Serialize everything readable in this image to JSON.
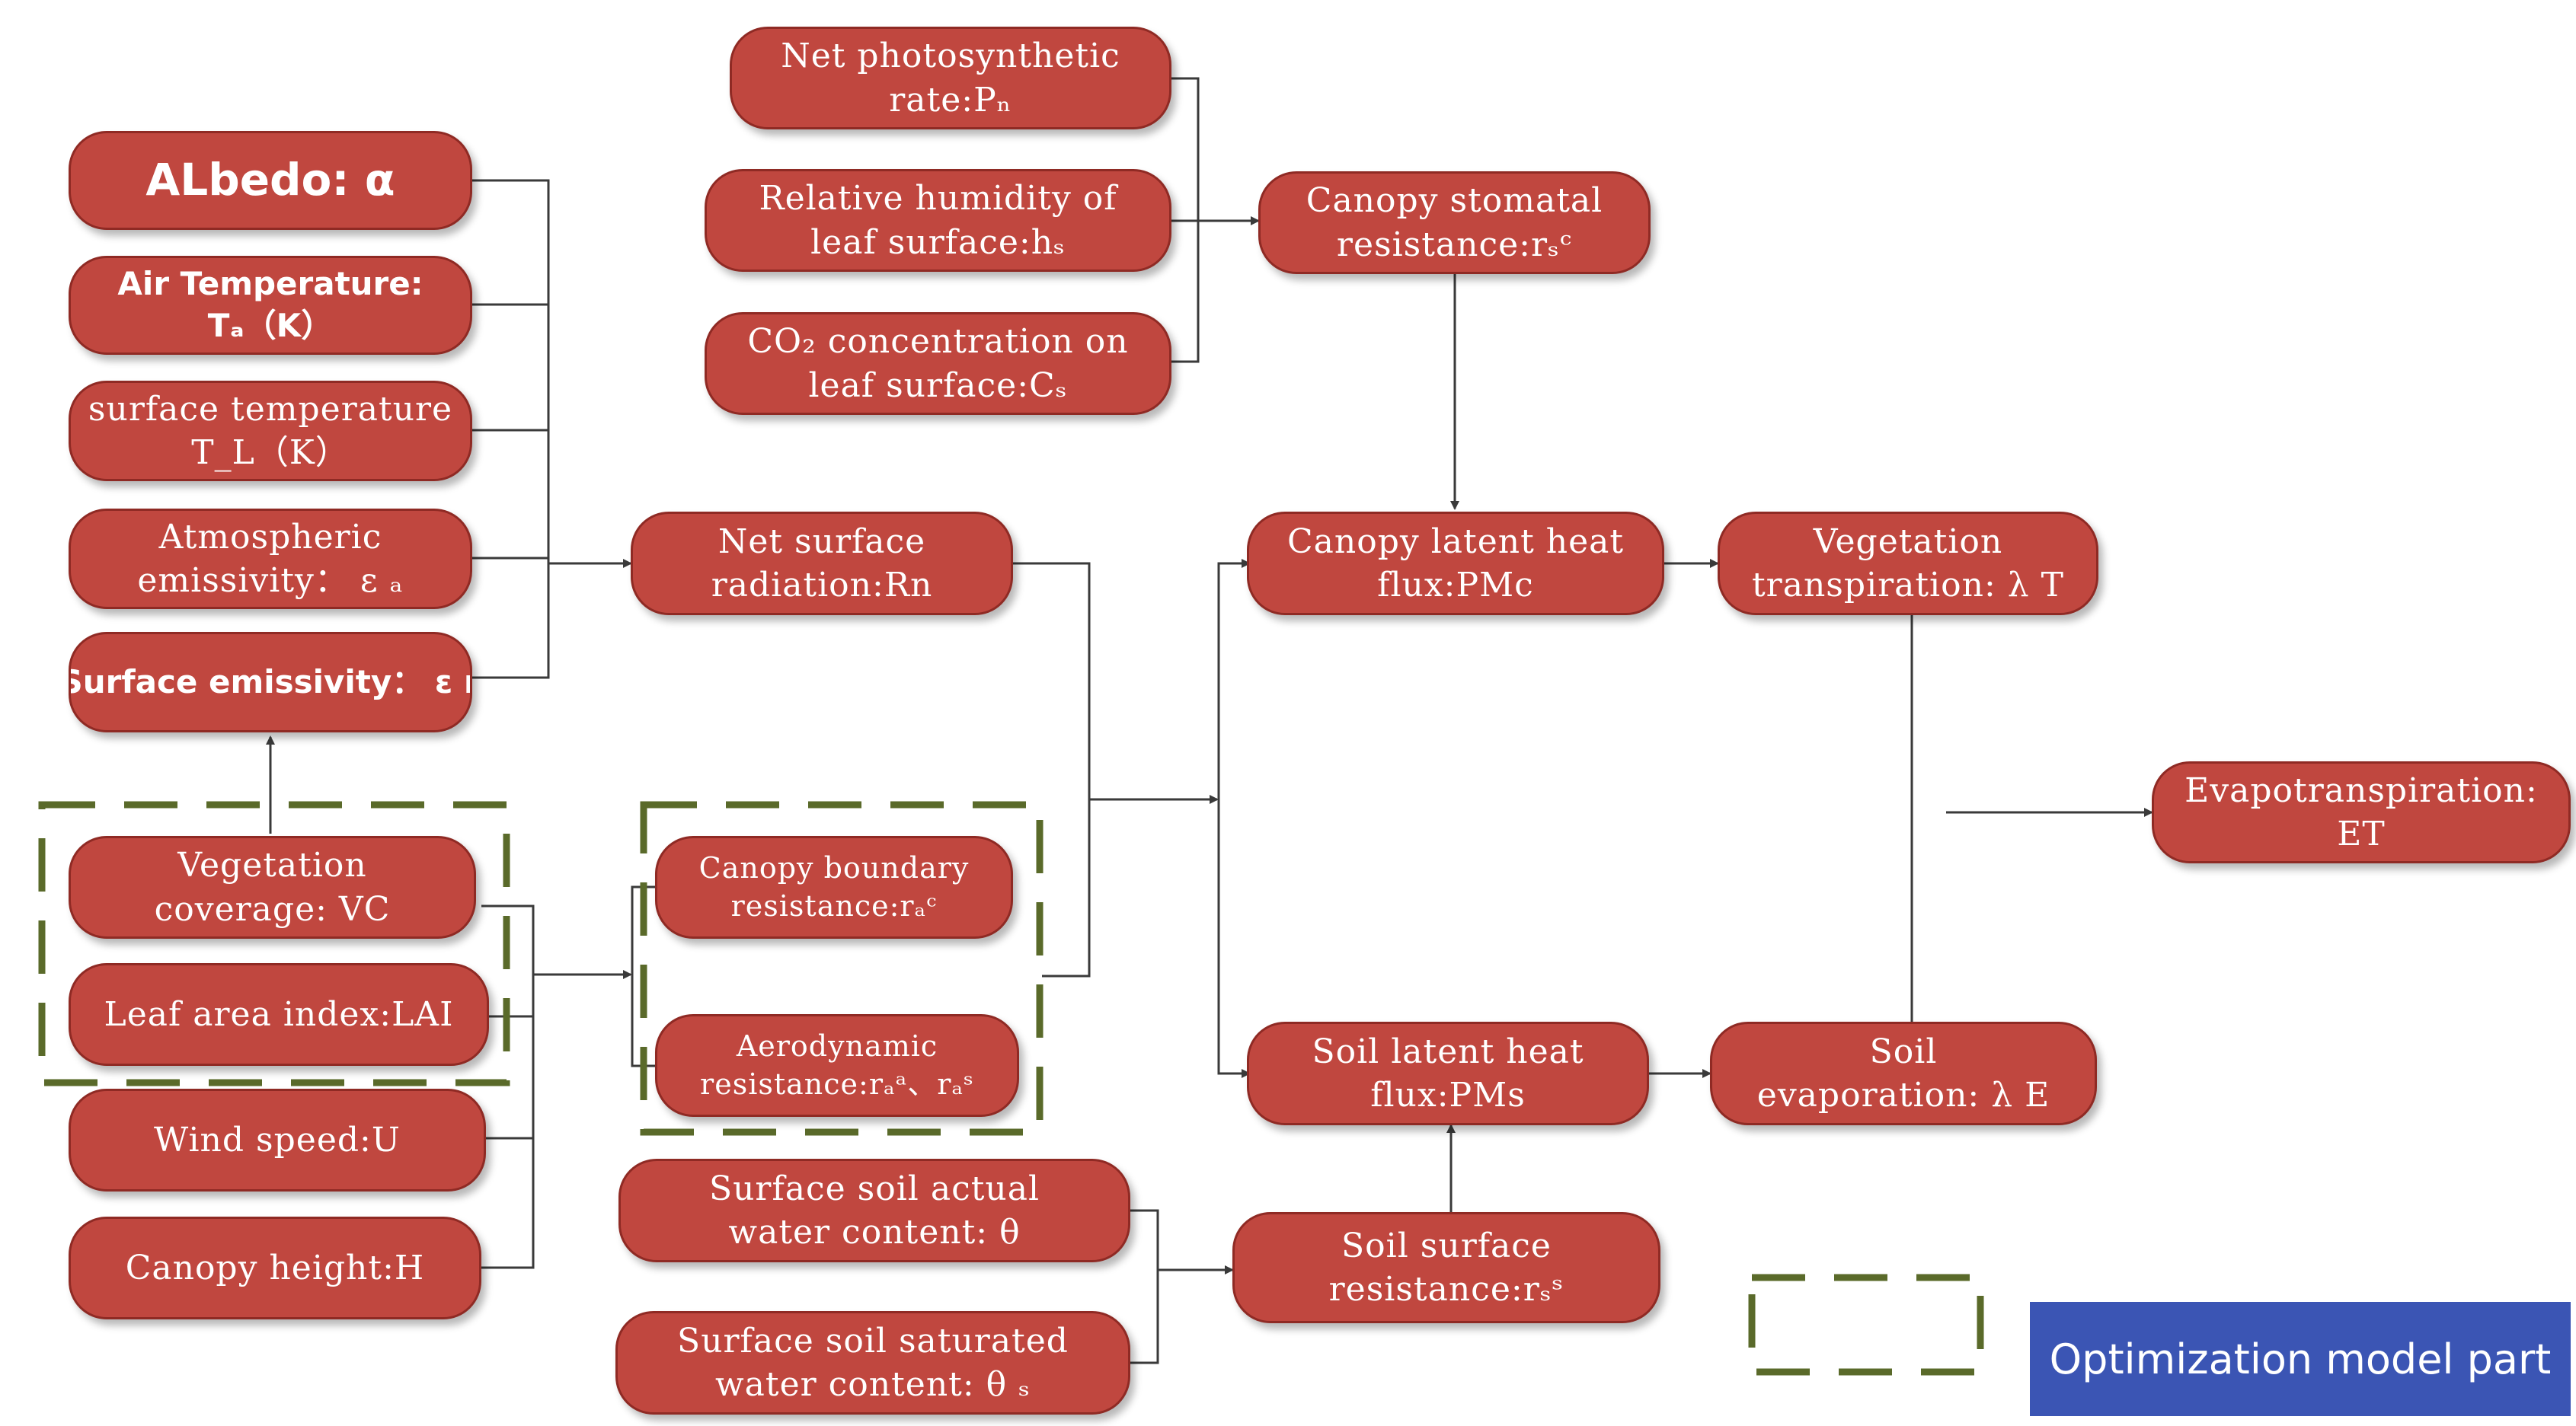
{
  "nodes": {
    "albedo": [
      "ALbedo: α"
    ],
    "air_temp": [
      "Air Temperature:",
      "Tₐ（K）"
    ],
    "surface_temp": [
      "surface temperature",
      "T_L（K）"
    ],
    "atm_emissivity": [
      "Atmospheric",
      "emissivity： ε ₐ"
    ],
    "surface_emissivity": [
      "Surface emissivity： ε ʟ"
    ],
    "net_photosynthetic": [
      "Net photosynthetic",
      "rate:Pₙ"
    ],
    "relative_humidity": [
      "Relative humidity of",
      "leaf surface:hₛ"
    ],
    "co2": [
      "CO₂ concentration on",
      "leaf surface:Cₛ"
    ],
    "canopy_stomatal": [
      "Canopy stomatal",
      "resistance:rₛᶜ"
    ],
    "net_radiation": [
      "Net surface",
      "radiation:Rn"
    ],
    "canopy_latent": [
      "Canopy latent heat",
      "flux:PMc"
    ],
    "veg_transpiration": [
      "Vegetation",
      "transpiration: λ T"
    ],
    "evapotranspiration": [
      "Evapotranspiration:",
      "ET"
    ],
    "veg_coverage": [
      "Vegetation",
      "coverage: VC"
    ],
    "lai": [
      "Leaf area index:LAI"
    ],
    "wind": [
      "Wind speed:U"
    ],
    "canopy_height": [
      "Canopy height:H"
    ],
    "canopy_boundary": [
      "Canopy boundary",
      "resistance:rₐᶜ"
    ],
    "aerodynamic": [
      "Aerodynamic",
      "resistance:rₐᵃ、rₐˢ"
    ],
    "soil_latent": [
      "Soil latent heat",
      "flux:PMs"
    ],
    "soil_evaporation": [
      "Soil",
      "evaporation: λ E"
    ],
    "soil_actual_water": [
      "Surface soil actual",
      "water content: θ"
    ],
    "soil_saturated_water": [
      "Surface soil saturated",
      "water content: θ ₛ"
    ],
    "soil_surface_resistance": [
      "Soil surface",
      "resistance:rₛˢ"
    ]
  },
  "legend": {
    "label": "Optimization model part"
  },
  "colors": {
    "node_fill": "#c0473f",
    "node_border": "#8f2a24",
    "dash": "#5a6a2a",
    "legend_fill": "#3b55b4",
    "line": "#3a3a3a"
  }
}
